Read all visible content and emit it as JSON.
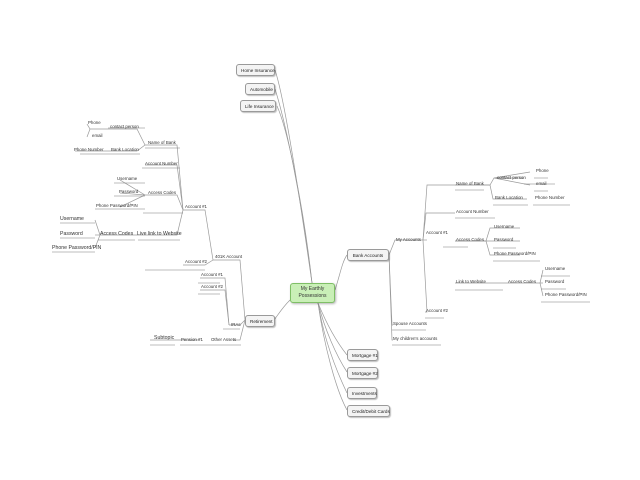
{
  "central": {
    "line1": "My Earthly",
    "line2": "Possessions"
  },
  "top_boxes": {
    "home_insurance": "Home Insurance",
    "automobile": "Automobile",
    "life_insurance": "Life Insurance"
  },
  "right_boxes": {
    "bank_accounts": "Bank Accounts",
    "mortgage1": "Mortgage #1",
    "mortgage2": "Mortgage #2",
    "investments": "Investments",
    "credit_cards": "Credit/Debit Cards"
  },
  "left_boxes": {
    "retirement": "Retirement"
  },
  "bank": {
    "my_accounts": "My Accounts",
    "account1": "Account #1",
    "account2": "Account #2",
    "spouse_accounts": "Spouse Accounts",
    "my_children_accounts": "My children's accounts",
    "name_of_bank": "Name of Bank",
    "contact_person": "contact person",
    "phone": "Phone",
    "email": "email",
    "bank_location": "Bank Location",
    "phone_number": "Phone Number",
    "account_number": "Account Number",
    "access_codes": "Access Codes",
    "username": "Username",
    "password": "Password",
    "phone_password_pin": "Phone Password/PIN",
    "link_to_website": "Link to Website",
    "access_codes2": "Access Codes",
    "username2": "Username",
    "password2": "Password",
    "phone_password_pin2": "Phone Password/PIN"
  },
  "retirement": {
    "k401": "401K Account",
    "account1": "Account #1",
    "account1b": "Account #1",
    "account2": "Account #2",
    "iras": "IRAs",
    "other_assets": "Other Assets",
    "pension1": "Pension #1",
    "subtopic": "Subtopic",
    "name_of_bank": "Name of Bank",
    "contact_person": "contact person",
    "phone": "Phone",
    "email": "email",
    "bank_location": "Bank Location",
    "phone_number": "Phone Number",
    "account_number": "Account Number",
    "access_codes": "Access Codes",
    "username": "Username",
    "password": "Password",
    "phone_password_pin": "Phone Password/PIN",
    "link_to_website": "Live link to Website",
    "access_codes2": "Access Codes",
    "username2": "Username",
    "password2": "Password",
    "phone_password_pin2": "Phone Password/PIN"
  }
}
